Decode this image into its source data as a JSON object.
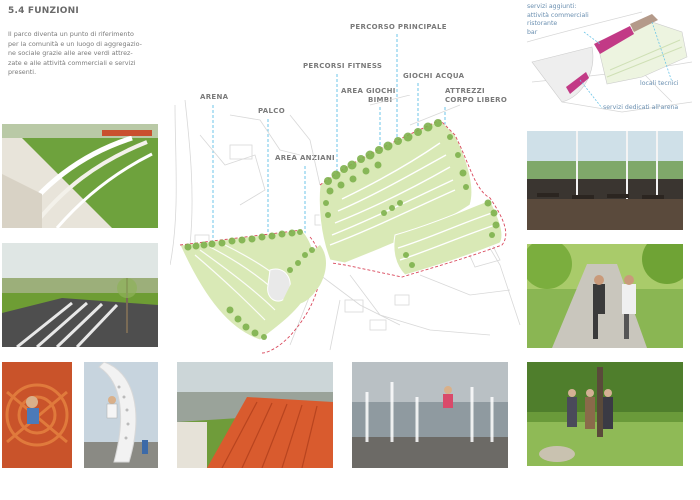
{
  "header": {
    "title": "5.4 FUNZIONI",
    "intro_lines": [
      "Il parco diventa un punto di riferimento",
      "per la comunità e un luogo di aggregazio-",
      "ne sociale grazie  alle aree verdi attrez-",
      "zate e alle attività commerciali e servizi",
      "presenti."
    ]
  },
  "plan_labels": {
    "arena": "ARENA",
    "palco": "PALCO",
    "area_anziani": "AREA ANZIANI",
    "percorsi_fitness": "PERCORSI FITNESS",
    "percorso_principale": "PERCORSO PRINCIPALE",
    "area_giochi_bimbi": [
      "AREA GIOCHI",
      "BIMBI"
    ],
    "giochi_acqua": "GIOCHI ACQUA",
    "attrezzi_corpo_libero": [
      "ATTREZZI",
      "CORPO LIBERO"
    ]
  },
  "inset_labels": {
    "servizi_aggiunti": [
      "servizi aggiunti:",
      "attività commerciali",
      "ristorante",
      "bar"
    ],
    "locali_tecnici": "locali tecnici",
    "servizi_arena": "servizi dedicati all'arena"
  },
  "colors": {
    "accent_line": "#6ec6e8",
    "grass": "#cfe3a8",
    "tree": "#7fb24d",
    "boundary": "#d9475b",
    "magenta": "#c23a86"
  }
}
